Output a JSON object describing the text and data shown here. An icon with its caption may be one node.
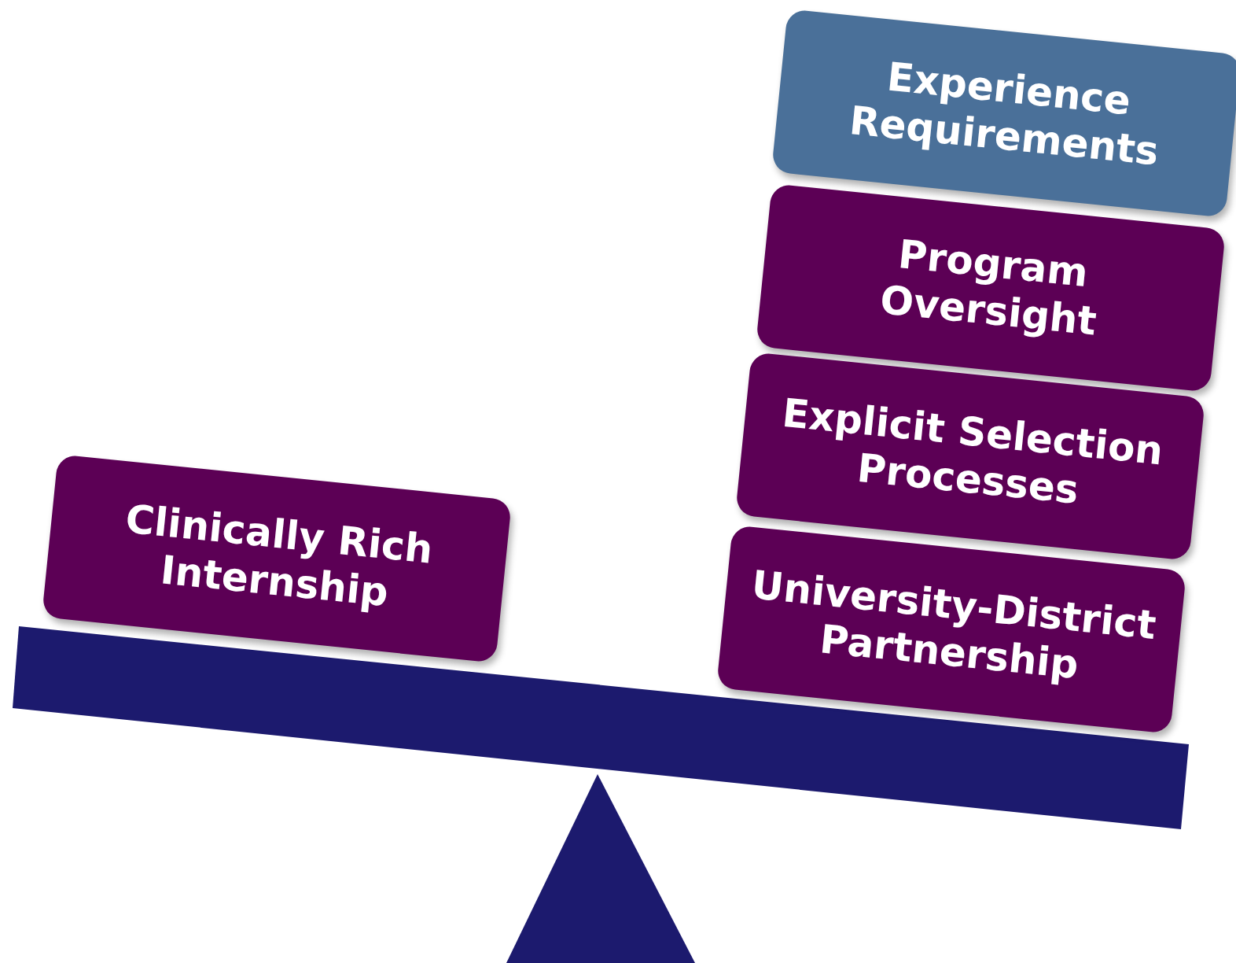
{
  "diagram": {
    "nodes": [
      {
        "text": [
          "Clinically Rich Internship"
        ]
      },
      {
        "text": [
          "Experience Requirements"
        ]
      },
      {
        "text": [
          "Program Oversight"
        ]
      },
      {
        "text": [
          "Explicit Selection Processes"
        ]
      },
      {
        "text": [
          "University-District Partnership"
        ]
      }
    ]
  }
}
